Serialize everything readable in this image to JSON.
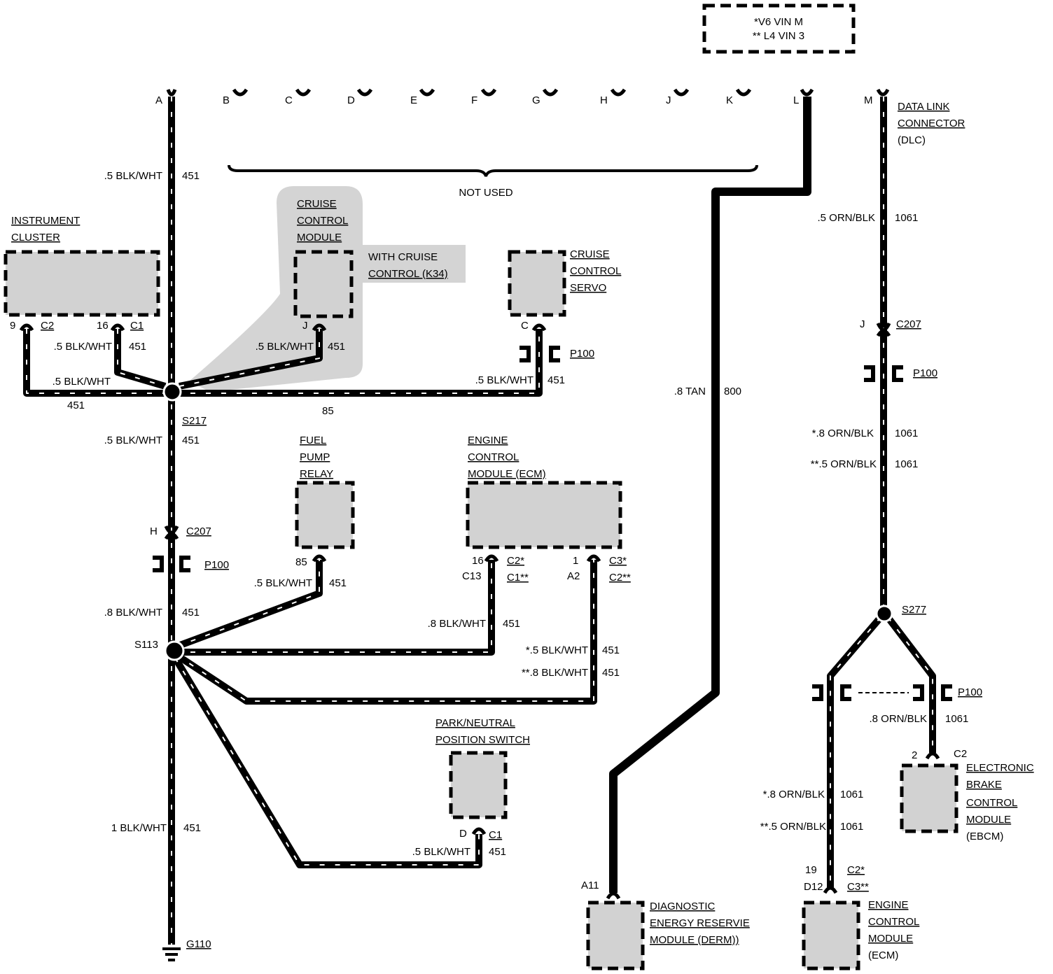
{
  "notes": {
    "line1": "*V6 VIN M",
    "line2": "** L4 VIN 3"
  },
  "dlc": {
    "cavities": [
      "A",
      "B",
      "C",
      "D",
      "E",
      "F",
      "G",
      "H",
      "J",
      "K",
      "L",
      "M"
    ],
    "not_used": "NOT USED",
    "label": [
      "DATA LINK",
      "CONNECTOR",
      "(DLC)"
    ]
  },
  "components": {
    "instrument_cluster": [
      "INSTRUMENT",
      "CLUSTER"
    ],
    "cruise_module": [
      "CRUISE",
      "CONTROL",
      "MODULE"
    ],
    "cruise_option": [
      "WITH CRUISE",
      "CONTROL (K34)"
    ],
    "cruise_servo": [
      "CRUISE",
      "CONTROL",
      "SERVO"
    ],
    "fuel_pump_relay": [
      "FUEL",
      "PUMP",
      "RELAY"
    ],
    "ecm_top": [
      "ENGINE",
      "CONTROL",
      "MODULE (ECM)"
    ],
    "pnp_switch": [
      "PARK/NEUTRAL",
      "POSITION SWITCH"
    ],
    "derm": [
      "DIAGNOSTIC",
      "ENERGY RESERVIE",
      "MODULE (DERM))"
    ],
    "ebcm": [
      "ELECTRONIC",
      "BRAKE",
      "CONTROL",
      "MODULE",
      "(EBCM)"
    ],
    "ecm_bottom": [
      "ENGINE",
      "CONTROL",
      "MODULE",
      "(ECM)"
    ]
  },
  "wires": {
    "main_a": {
      "label": ".5 BLK/WHT",
      "circuit": "451"
    },
    "ic_c1": {
      "label": ".5 BLK/WHT",
      "circuit": "451"
    },
    "ic_c2": {
      "label": ".5 BLK/WHT",
      "circuit": "451"
    },
    "cruise_mod": {
      "label": ".5 BLK/WHT",
      "circuit": "451"
    },
    "servo": {
      "label": ".5 BLK/WHT",
      "circuit": "451"
    },
    "s217_down": {
      "label": ".5 BLK/WHT",
      "circuit": "451"
    },
    "s113_up": {
      "label": ".8 BLK/WHT",
      "circuit": "451"
    },
    "relay": {
      "label": ".5 BLK/WHT",
      "circuit": "451"
    },
    "ecm_c13": {
      "label": ".8 BLK/WHT",
      "circuit": "451"
    },
    "ecm_a2_v6": {
      "label": "*.5 BLK/WHT",
      "circuit": "451"
    },
    "ecm_a2_l4": {
      "label": "**.8 BLK/WHT",
      "circuit": "451"
    },
    "pnp": {
      "label": ".5 BLK/WHT",
      "circuit": "451"
    },
    "ground": {
      "label": "1 BLK/WHT",
      "circuit": "451"
    },
    "tan": {
      "label": ".8 TAN",
      "circuit": "800"
    },
    "m_wire": {
      "label": ".5 ORN/BLK",
      "circuit": "1061"
    },
    "m_v6": {
      "label": "*.8 ORN/BLK",
      "circuit": "1061"
    },
    "m_l4": {
      "label": "**.5 ORN/BLK",
      "circuit": "1061"
    },
    "ebcm": {
      "label": ".8 ORN/BLK",
      "circuit": "1061"
    },
    "ecm_v6": {
      "label": "*.8 ORN/BLK",
      "circuit": "1061"
    },
    "ecm_l4": {
      "label": "**.5 ORN/BLK",
      "circuit": "1061"
    }
  },
  "splices": {
    "s217": "S217",
    "s113": "S113",
    "s277": "S277",
    "g110": "G110",
    "splice_pin": "85"
  },
  "connectors": {
    "c207": "C207",
    "p100": "P100",
    "c1": "C1",
    "c2": "C2",
    "c2s": "C2*",
    "c1ss": "C1**",
    "c3s": "C3*",
    "c2ss": "C2**",
    "c3ss": "C3**",
    "pin_9": "9",
    "pin_16": "16",
    "pin_j": "J",
    "pin_c": "C",
    "pin_h": "H",
    "pin_85": "85",
    "pin_16b": "16",
    "pin_c13": "C13",
    "pin_1": "1",
    "pin_a2": "A2",
    "pin_d": "D",
    "pin_a11": "A11",
    "pin_2": "2",
    "pin_19": "19",
    "pin_d12": "D12"
  }
}
